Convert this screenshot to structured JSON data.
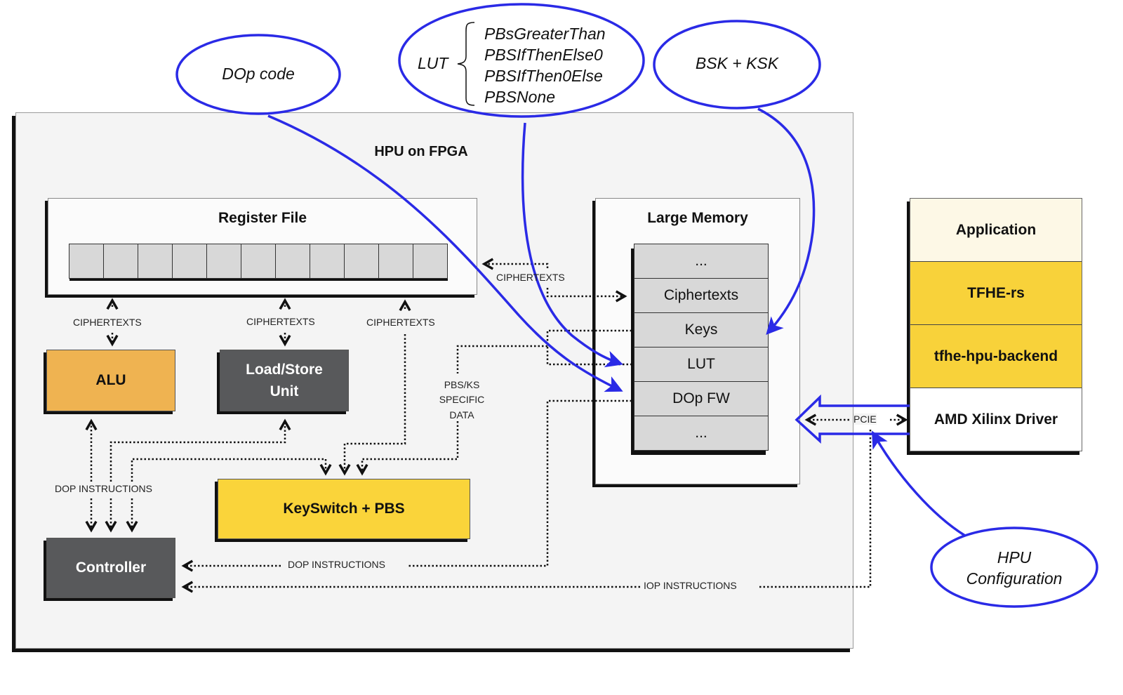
{
  "diagram": {
    "fpga_title": "HPU on FPGA",
    "register_file": {
      "title": "Register File",
      "cell_count": 11
    },
    "units": {
      "alu": "ALU",
      "lsu_line1": "Load/Store",
      "lsu_line2": "Unit",
      "keyswitch": "KeySwitch + PBS",
      "controller": "Controller"
    },
    "large_memory": {
      "title": "Large Memory",
      "rows": [
        "...",
        "Ciphertexts",
        "Keys",
        "LUT",
        "DOp FW",
        "..."
      ]
    },
    "software_stack": [
      "Application",
      "TFHE-rs",
      "tfhe-hpu-backend",
      "AMD Xilinx Driver"
    ],
    "labels": {
      "ciphertexts_alu": "CIPHERTEXTS",
      "ciphertexts_lsu": "CIPHERTEXTS",
      "ciphertexts_ks": "CIPHERTEXTS",
      "ciphertexts_mem": "CIPHERTEXTS",
      "pbs_ks_1": "PBS/KS",
      "pbs_ks_2": "SPECIFIC",
      "pbs_ks_3": "DATA",
      "dop_instructions_left": "DOP INSTRUCTIONS",
      "dop_instructions_bottom": "DOP INSTRUCTIONS",
      "iop_instructions": "IOP INSTRUCTIONS",
      "pcie": "PCIE"
    },
    "annotations": {
      "dop_code": "DOp code",
      "lut_label": "LUT",
      "lut_items": [
        "PBsGreaterThan",
        "PBSIfThenElse0",
        "PBSIfThen0Else",
        "PBSNone"
      ],
      "bsk_ksk": "BSK + KSK",
      "hpu_config_1": "HPU",
      "hpu_config_2": "Configuration"
    },
    "colors": {
      "annotation_blue": "#2a2ae6",
      "alu": "#efb351",
      "keyswitch": "#fad43a",
      "dark_unit": "#58595b",
      "application": "#fdf8e6",
      "tfhe": "#f8d23a",
      "driver": "#ffffff"
    }
  }
}
